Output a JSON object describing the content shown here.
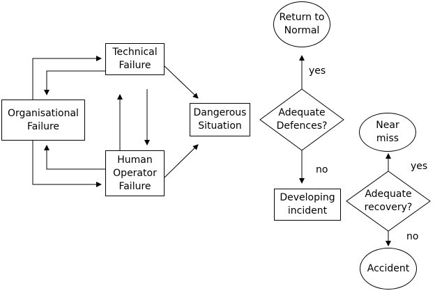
{
  "nodes": {
    "technical": "Technical\nFailure",
    "organisational": "Organisational\nFailure",
    "human": "Human\nOperator\nFailure",
    "dangerous": "Dangerous\nSituation",
    "defences": "Adequate\nDefences?",
    "normal": "Return to\nNormal",
    "developing": "Developing\nincident",
    "near_miss": "Near\nmiss",
    "recovery": "Adequate\nrecovery?",
    "accident": "Accident"
  },
  "edge_labels": {
    "defences_yes": "yes",
    "defences_no": "no",
    "recovery_yes": "yes",
    "recovery_no": "no"
  }
}
